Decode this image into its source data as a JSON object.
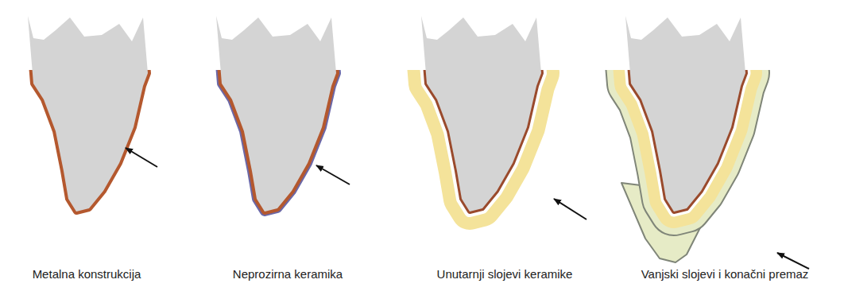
{
  "diagram": {
    "labels": [
      "Metalna konstrukcija",
      "Neprozirna keramika",
      "Unutarnji slojevi keramike",
      "Vanjski slojevi i konačni premaz"
    ]
  }
}
